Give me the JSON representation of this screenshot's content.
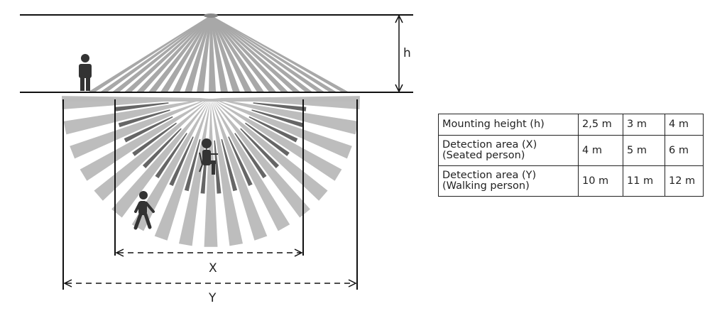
{
  "diagram": {
    "labels": {
      "h": "h",
      "x": "X",
      "y": "Y"
    },
    "colors": {
      "light_ray": "#bdbdbd",
      "dark_ray": "#666666",
      "side_ray": "#a8a8a8",
      "line": "#111111",
      "person": "#333333"
    }
  },
  "table": {
    "rows": [
      {
        "label": "Mounting height (h)",
        "values": [
          "2,5 m",
          "3 m",
          "4 m"
        ]
      },
      {
        "label": "Detection area (X)",
        "sublabel": "(Seated person)",
        "values": [
          "4 m",
          "5 m",
          "6 m"
        ]
      },
      {
        "label": "Detection area (Y)",
        "sublabel": "(Walking person)",
        "values": [
          "10 m",
          "11 m",
          "12 m"
        ]
      }
    ]
  }
}
